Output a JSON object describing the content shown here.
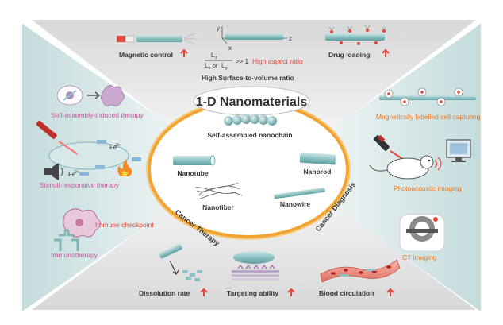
{
  "title": "1-D Nanomaterials",
  "center_items": {
    "nanochain": "Self-assembled nanochain",
    "nanotube": "Nanotube",
    "nanorod": "Nanorod",
    "nanofiber": "Nanofiber",
    "nanowire": "Nanowire"
  },
  "quadrants": {
    "therapy_label": "Cancer Therapy",
    "diagnosis_label": "Cancer Diagnosis"
  },
  "top": {
    "magnetic_control": "Magnetic control",
    "drug_loading": "Drug loading",
    "ratio_numerator": "L",
    "ratio_numerator_sub": "z",
    "ratio_denominator": "L",
    "ratio_denominator_sub_x": "x",
    "ratio_denominator_sub_y": "y",
    "ratio_or": "or",
    "ratio_relation": ">> 1",
    "high_aspect_ratio": "High aspect ratio",
    "surface_volume": "High Surface-to-volume ratio",
    "axis_x": "x",
    "axis_y": "y",
    "axis_z": "z"
  },
  "therapy": {
    "self_assembly": "Self-assembly-induced therapy",
    "stimuli": "Stimuli-responsive therapy",
    "immune_checkpoint": "Immune checkpoint",
    "immunotherapy": "Immunotherapy",
    "fe3": "Fe",
    "fe3_sup": "3+",
    "fe2": "Fe",
    "fe2_sup": "2+"
  },
  "diagnosis": {
    "magnetic_cell": "Magnetically labelled cell capturing",
    "photoacoustic": "Photoacoustic imaging",
    "ct": "CT imaging"
  },
  "bottom": {
    "dissolution": "Dissolution rate",
    "targeting": "Targeting ability",
    "blood": "Blood circulation"
  },
  "icons": [
    "up-arrow-icon",
    "magnet-icon",
    "laser-icon",
    "speaker-icon",
    "fire-icon",
    "mouse-icon",
    "monitor-icon",
    "ct-scanner-icon",
    "cell-icon",
    "blood-vessel-icon"
  ],
  "colors": {
    "accent_red": "#e3483b",
    "label_pink": "#c2559d",
    "label_orange": "#e8761f",
    "ring_orange": "#f2a331",
    "nano_teal": "#8cc2c4",
    "panel_gray": "#dcdcdc"
  }
}
